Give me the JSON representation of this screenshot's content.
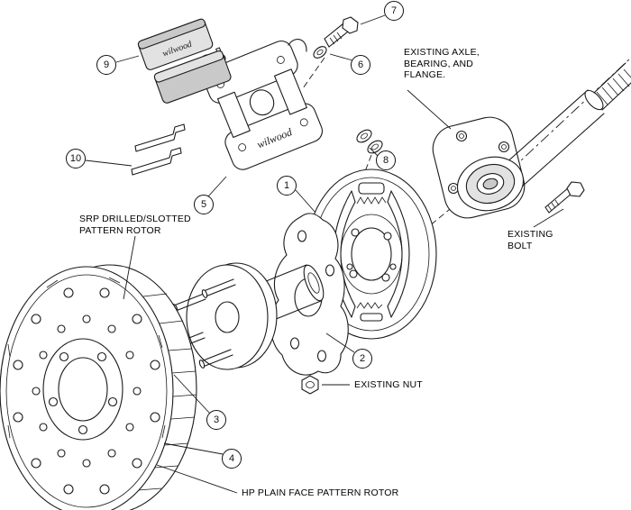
{
  "colors": {
    "ink": "#1a1a1a",
    "paper": "#ffffff",
    "metal_light": "#e2e2e2",
    "metal_mid": "#c9c9c9"
  },
  "brand": "wilwood",
  "callouts": [
    {
      "num": "1"
    },
    {
      "num": "2"
    },
    {
      "num": "3"
    },
    {
      "num": "4"
    },
    {
      "num": "5"
    },
    {
      "num": "6"
    },
    {
      "num": "7"
    },
    {
      "num": "8"
    },
    {
      "num": "9"
    },
    {
      "num": "10"
    }
  ],
  "labels": {
    "axle_line1": "EXISTING AXLE,",
    "axle_line2": "BEARING, AND",
    "axle_line3": "FLANGE.",
    "bolt_line1": "EXISTING",
    "bolt_line2": "BOLT",
    "nut": "EXISTING NUT",
    "srp_line1": "SRP DRILLED/SLOTTED",
    "srp_line2": "PATTERN ROTOR",
    "hp": "HP PLAIN FACE PATTERN ROTOR"
  }
}
